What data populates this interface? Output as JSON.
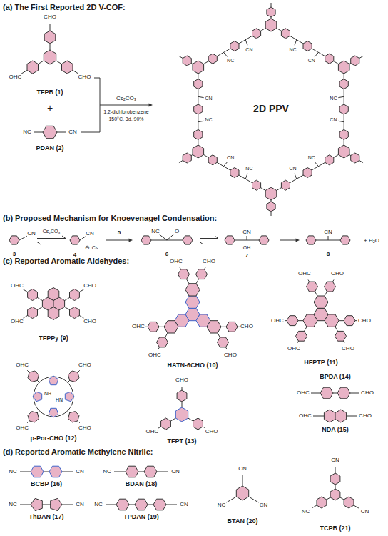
{
  "diagram": {
    "labels": [
      "(a) The First Reported 2D V-COF:",
      "CHO",
      "OHC",
      "CHO",
      "TFPB (1)",
      "+",
      "NC",
      "CN",
      "PDAN (2)",
      "Cs₂CO₃",
      "1,2-dichlorobenzene",
      "150°C, 3d, 90%",
      "NC",
      "CN",
      "NC",
      "CN",
      "NC",
      "CN",
      "NC",
      "CN",
      "NC",
      "CN",
      "NC",
      "CN",
      "2D PPV",
      "(b) Proposed Mechanism for Knoevenagel Condensation:",
      "CN",
      "3",
      "Cs₂CO₃",
      "CN",
      "⊖",
      "Cs",
      "4",
      "5",
      "NC",
      "O",
      "6",
      "CN",
      "OH",
      "7",
      "CN",
      "8",
      "+ H₂O",
      "(c) Reported Aromatic Aldehydes:",
      "OHC",
      "CHO",
      "OHC",
      "CHO",
      "TFPPy (9)",
      "OHC",
      "CHO",
      "CHO",
      "CHO",
      "OHC",
      "OHC",
      "HATN-6CHO (10)",
      "OHC",
      "CHO",
      "CHO",
      "CHO",
      "OHC",
      "OHC",
      "HFPTP (11)",
      "OHC",
      "CHO",
      "OHC",
      "CHO",
      "NH",
      "HN",
      "p-Por-CHO (12)",
      "CHO",
      "CHO",
      "OHC",
      "TFPT (13)",
      "BPDA (14)",
      "OHC",
      "CHO",
      "OHC",
      "CHO",
      "NDA (15)",
      "(d) Reported Aromatic Methylene Nitrile:",
      "NC",
      "CN",
      "BCBP (16)",
      "NC",
      "CN",
      "ThDAN (17)",
      "NC",
      "CN",
      "BDAN (18)",
      "NC",
      "CN",
      "TPDAN (19)",
      "CN",
      "NC",
      "CN",
      "BTAN (20)",
      "CN",
      "NC",
      "CN",
      "TCPB (21)"
    ]
  }
}
